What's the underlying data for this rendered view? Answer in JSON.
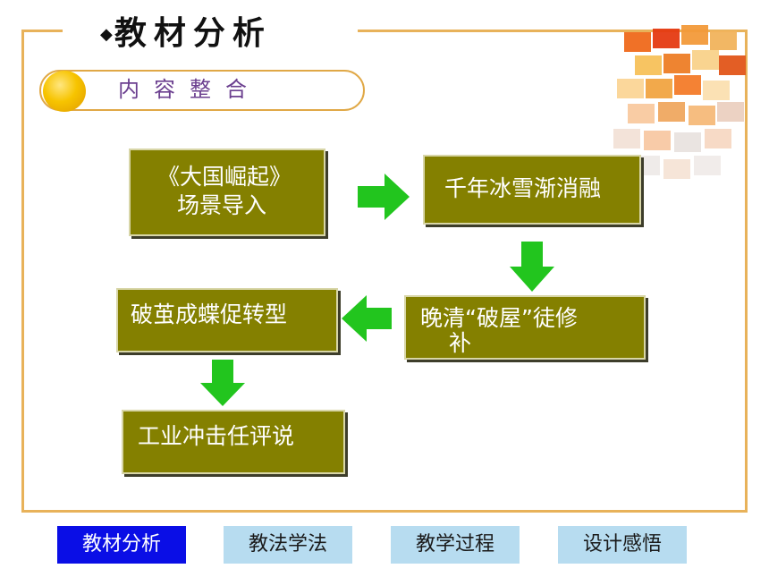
{
  "slide": {
    "title": "教材分析",
    "title_bullet": "◆",
    "subtitle": "内容整合"
  },
  "flow": {
    "box1": {
      "line1": "《大国崛起》",
      "line2": "场景导入"
    },
    "box2": {
      "line1": "千年冰雪渐消融"
    },
    "box3": {
      "line1": "晚清“破屋”徒修",
      "line2": "补"
    },
    "box4": {
      "line1": "破茧成蝶促转型"
    },
    "box5": {
      "line1": "工业冲击任评说"
    }
  },
  "nav": [
    {
      "label": "教材分析",
      "active": true
    },
    {
      "label": "教法学法",
      "active": false
    },
    {
      "label": "教学过程",
      "active": false
    },
    {
      "label": "设计感悟",
      "active": false
    }
  ],
  "colors": {
    "box_fill": "#848000",
    "arrow": "#22c51e",
    "frame": "#e8b25a",
    "nav_active": "#0a0ee6",
    "nav_inactive": "#b7dcf0",
    "subtitle_text": "#6b3f8f"
  },
  "icons": {
    "arrow_right": "right-arrow-icon",
    "arrow_down": "down-arrow-icon",
    "arrow_left": "left-arrow-icon",
    "ball": "orange-ball-icon",
    "blocks": "stacked-blocks-decoration"
  }
}
